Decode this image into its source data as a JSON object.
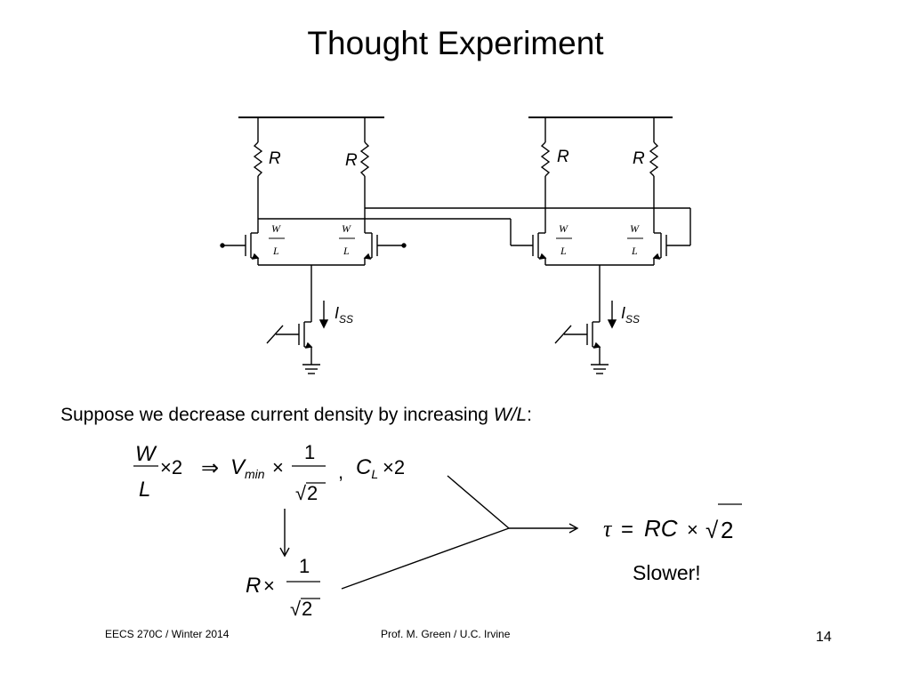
{
  "slide": {
    "title": "Thought Experiment",
    "intro_prefix": "Suppose we decrease current density by increasing ",
    "intro_italic": "W/L",
    "intro_suffix": ":",
    "footer_left": "EECS 270C / Winter 2014",
    "footer_center": "Prof. M. Green / U.C. Irvine",
    "page_number": "14"
  },
  "circuit": {
    "resistor_label": "R",
    "ratio_top": "W",
    "ratio_bottom": "L",
    "current_label": "I",
    "current_sub": "SS"
  },
  "equations": {
    "eq1_W": "W",
    "eq1_L": "L",
    "times2": "×2",
    "implies": "⇒",
    "V": "V",
    "V_sub": "min",
    "times": "×",
    "one": "1",
    "sqrt2": "2",
    "comma": ",",
    "C": "C",
    "C_sub": "L",
    "R": "R",
    "tau_lhs": "τ",
    "eq_sign": "=",
    "RC": "RC",
    "result_note": "Slower!"
  }
}
